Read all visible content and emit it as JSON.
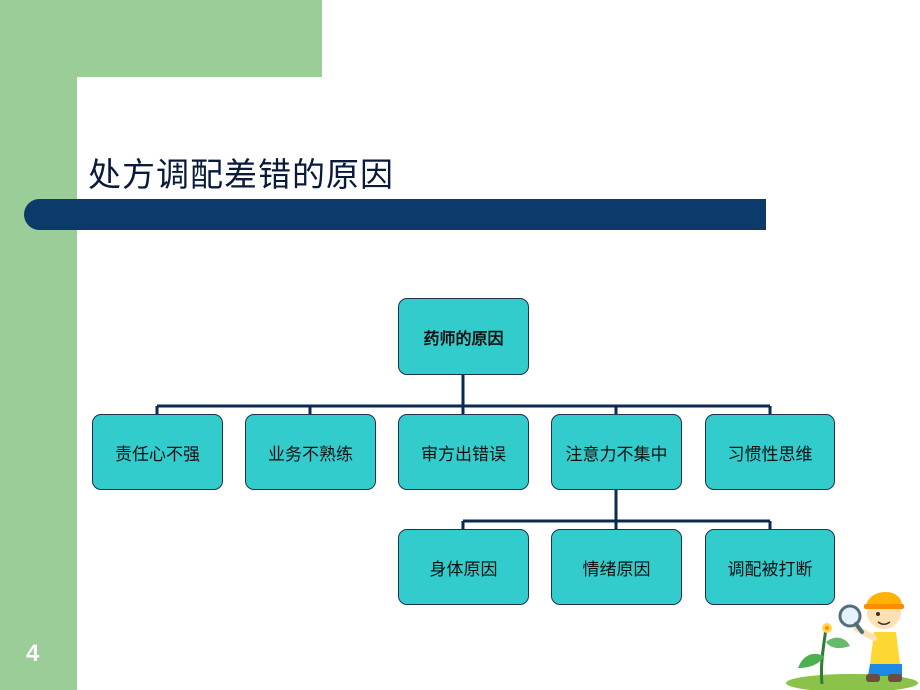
{
  "slide": {
    "title": "处方调配差错的原因",
    "page_number": "4"
  },
  "diagram": {
    "root": "药师的原因",
    "level1": [
      "责任心不强",
      "业务不熟练",
      "审方出错误",
      "注意力不集中",
      "习惯性思维"
    ],
    "level2": [
      "身体原因",
      "情绪原因",
      "调配被打断"
    ]
  },
  "colors": {
    "green_band": "#9acd98",
    "title_bar": "#0b3a6b",
    "node_fill": "#33cccc",
    "node_border": "#1f3050",
    "connector": "#0b2a55"
  },
  "decoration": {
    "illustration": "boy-with-magnifying-glass-and-sprout"
  }
}
